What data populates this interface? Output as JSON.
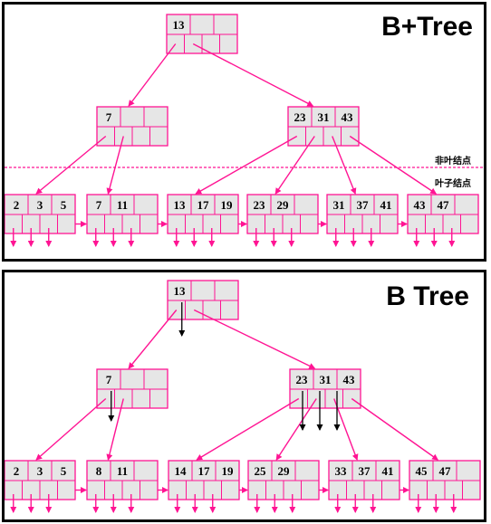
{
  "bplus": {
    "title": "B+Tree",
    "nonleaf_label": "非叶结点",
    "leaf_label": "叶子结点",
    "root": [
      "13"
    ],
    "internal": [
      [
        "7"
      ],
      [
        "23",
        "31",
        "43"
      ]
    ],
    "leaves": [
      [
        "2",
        "3",
        "5"
      ],
      [
        "7",
        "11"
      ],
      [
        "13",
        "17",
        "19"
      ],
      [
        "23",
        "29"
      ],
      [
        "31",
        "37",
        "41"
      ],
      [
        "43",
        "47"
      ]
    ]
  },
  "btree": {
    "title": "B Tree",
    "root": [
      "13"
    ],
    "internal": [
      [
        "7"
      ],
      [
        "23",
        "31",
        "43"
      ]
    ],
    "leaves": [
      [
        "2",
        "3",
        "5"
      ],
      [
        "8",
        "11"
      ],
      [
        "14",
        "17",
        "19"
      ],
      [
        "25",
        "29"
      ],
      [
        "33",
        "37",
        "41"
      ],
      [
        "45",
        "47"
      ]
    ]
  },
  "colors": {
    "link": "#ff1493",
    "node_fill": "#e6e6e6",
    "node_border": "#ff1493",
    "data_arrow": "#000000"
  }
}
